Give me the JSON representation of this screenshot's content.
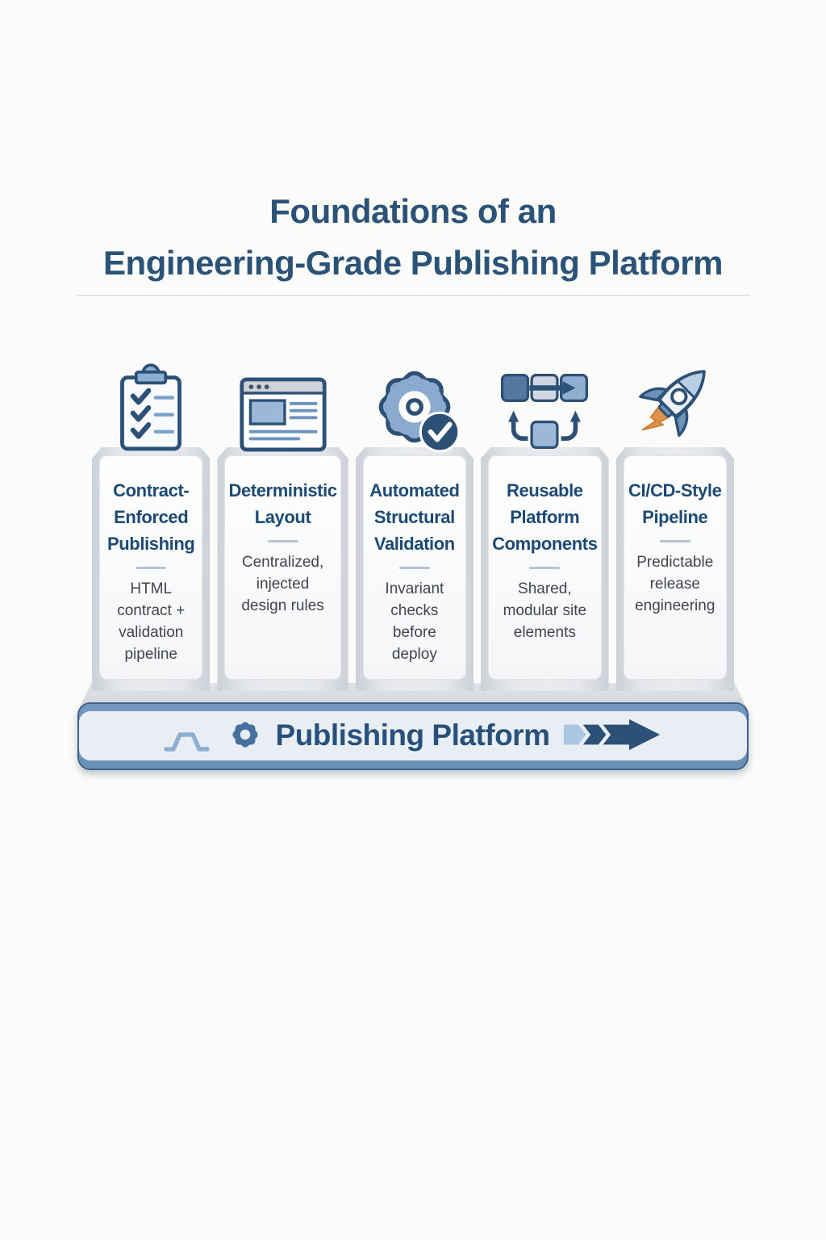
{
  "page": {
    "background": "#fbfbf9"
  },
  "header": {
    "title_line1": "Foundations of an",
    "title_line2": "Engineering-Grade Publishing Platform"
  },
  "pillars": [
    {
      "icon": "clipboard-checklist-icon",
      "title": "Contract-Enforced Publishing",
      "description": "HTML contract + validation pipeline"
    },
    {
      "icon": "browser-window-icon",
      "title": "Deterministic Layout",
      "description": "Centralized, injected design rules"
    },
    {
      "icon": "gear-checkmark-icon",
      "title": "Automated Structural Validation",
      "description": "Invariant checks before deploy"
    },
    {
      "icon": "modular-blocks-icon",
      "title": "Reusable Platform Components",
      "description": "Shared, modular site elements"
    },
    {
      "icon": "rocket-icon",
      "title": "CI/CD-Style Pipeline",
      "description": "Predictable release engineering"
    }
  ],
  "platform_bar": {
    "label": "Publishing Platform",
    "left_icons": [
      "pulse-line-icon",
      "gear-icon"
    ],
    "right_icon": "forward-chevrons-icon"
  },
  "colors": {
    "title_navy": "#2b5277",
    "pillar_title_navy": "#1d4a75",
    "body_gray": "#41464d",
    "icon_navy": "#2d5176",
    "icon_blue": "#8aabce",
    "icon_light_blue": "#a9c6e2",
    "flame_orange": "#e0924a",
    "bar_fill": "#e9eef5",
    "bar_strip_blue": "#7497bd",
    "bar_border": "#3f618a",
    "pillar_outer_gray": "#d8dbe0",
    "ledge_gray": "#d8dbe0"
  }
}
